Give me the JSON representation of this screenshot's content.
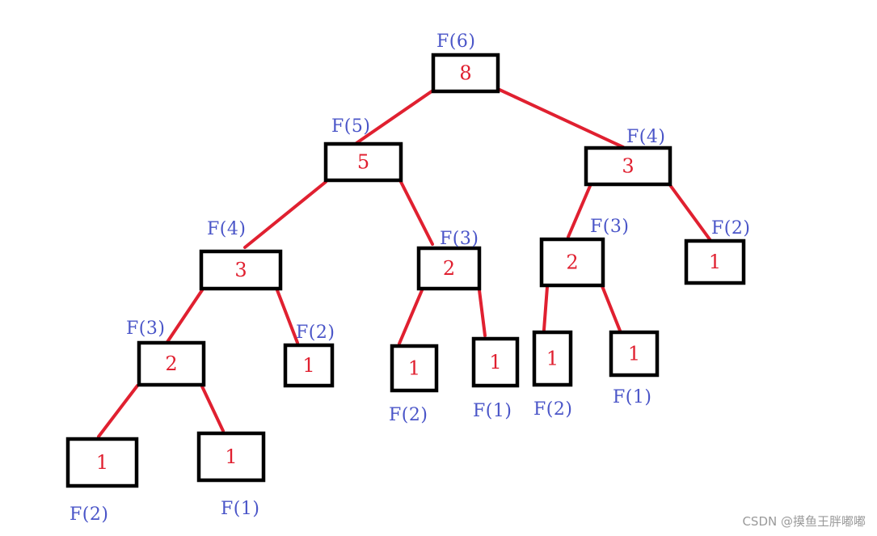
{
  "tree": {
    "nodes": [
      {
        "id": "n6",
        "value": "8",
        "label": "F(6)"
      },
      {
        "id": "n5",
        "value": "5",
        "label": "F(5)"
      },
      {
        "id": "n4r",
        "value": "3",
        "label": "F(4)"
      },
      {
        "id": "n4l",
        "value": "3",
        "label": "F(4)"
      },
      {
        "id": "n3m",
        "value": "2",
        "label": "F(3)"
      },
      {
        "id": "n3r",
        "value": "2",
        "label": "F(3)"
      },
      {
        "id": "n2r",
        "value": "1",
        "label": "F(2)"
      },
      {
        "id": "n3l",
        "value": "2",
        "label": "F(3)"
      },
      {
        "id": "n2a",
        "value": "1",
        "label": "F(2)"
      },
      {
        "id": "n2b",
        "value": "1",
        "label": "F(2)"
      },
      {
        "id": "n1b",
        "value": "1",
        "label": "F(1)"
      },
      {
        "id": "n2c",
        "value": "1",
        "label": "F(2)"
      },
      {
        "id": "n1c",
        "value": "1",
        "label": "F(1)"
      },
      {
        "id": "n2d",
        "value": "1",
        "label": "F(2)"
      },
      {
        "id": "n1d",
        "value": "1",
        "label": "F(1)"
      }
    ],
    "edges": [
      [
        "n6",
        "n5"
      ],
      [
        "n6",
        "n4r"
      ],
      [
        "n5",
        "n4l"
      ],
      [
        "n5",
        "n3m"
      ],
      [
        "n4r",
        "n3r"
      ],
      [
        "n4r",
        "n2r"
      ],
      [
        "n4l",
        "n3l"
      ],
      [
        "n4l",
        "n2a"
      ],
      [
        "n3m",
        "n2b"
      ],
      [
        "n3m",
        "n1b"
      ],
      [
        "n3r",
        "n2c"
      ],
      [
        "n3r",
        "n1c"
      ],
      [
        "n3l",
        "n2d"
      ],
      [
        "n3l",
        "n1d"
      ]
    ]
  },
  "watermark": "CSDN @摸鱼王胖嘟嘟"
}
